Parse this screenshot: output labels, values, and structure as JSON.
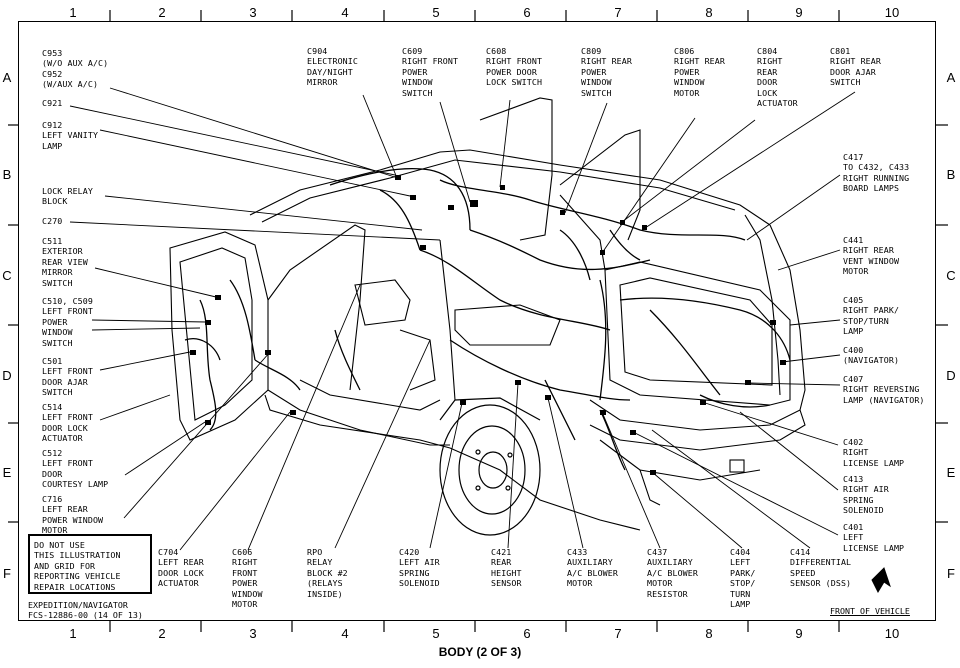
{
  "title": "BODY (2 OF 3)",
  "columns": [
    "1",
    "2",
    "3",
    "4",
    "5",
    "6",
    "7",
    "8",
    "9",
    "10"
  ],
  "rows": [
    "A",
    "B",
    "C",
    "D",
    "E",
    "F"
  ],
  "labels": {
    "c953": "C953\n(W/O AUX A/C)\nC952\n(W/AUX A/C)",
    "c921": "C921",
    "c912": "C912\nLEFT VANITY\nLAMP",
    "lock_relay": "LOCK RELAY\nBLOCK",
    "c270": "C270",
    "c511": "C511\nEXTERIOR\nREAR VIEW\nMIRROR\nSWITCH",
    "c510": "C510, C509\nLEFT FRONT\nPOWER\nWINDOW\nSWITCH",
    "c501": "C501\nLEFT FRONT\nDOOR AJAR\nSWITCH",
    "c514": "C514\nLEFT FRONT\nDOOR LOCK\nACTUATOR",
    "c512": "C512\nLEFT FRONT\nDOOR\nCOURTESY LAMP",
    "c716": "C716\nLEFT REAR\nPOWER WINDOW\nMOTOR",
    "c904": "C904\nELECTRONIC\nDAY/NIGHT\nMIRROR",
    "c609": "C609\nRIGHT FRONT\nPOWER\nWINDOW\nSWITCH",
    "c608": "C608\nRIGHT FRONT\nPOWER DOOR\nLOCK SWITCH",
    "c809": "C809\nRIGHT REAR\nPOWER\nWINDOW\nSWITCH",
    "c806": "C806\nRIGHT REAR\nPOWER\nWINDOW\nMOTOR",
    "c804": "C804\nRIGHT\nREAR\nDOOR\nLOCK\nACTUATOR",
    "c801": "C801\nRIGHT REAR\nDOOR AJAR\nSWITCH",
    "c417": "C417\nTO C432, C433\nRIGHT RUNNING\nBOARD LAMPS",
    "c441": "C441\nRIGHT REAR\nVENT WINDOW\nMOTOR",
    "c405": "C405\nRIGHT PARK/\nSTOP/TURN\nLAMP",
    "c400": "C400\n(NAVIGATOR)",
    "c407": "C407\nRIGHT REVERSING\nLAMP (NAVIGATOR)",
    "c402": "C402\nRIGHT\nLICENSE LAMP",
    "c413": "C413\nRIGHT AIR\nSPRING\nSOLENOID",
    "c401": "C401\nLEFT\nLICENSE LAMP",
    "c704": "C704\nLEFT REAR\nDOOR LOCK\nACTUATOR",
    "c606": "C606\nRIGHT\nFRONT\nPOWER\nWINDOW\nMOTOR",
    "rpo": "RPO\nRELAY\nBLOCK #2\n(RELAYS\nINSIDE)",
    "c420": "C420\nLEFT AIR\nSPRING\nSOLENOID",
    "c421": "C421\nREAR\nHEIGHT\nSENSOR",
    "c433": "C433\nAUXILIARY\nA/C BLOWER\nMOTOR",
    "c437": "C437\nAUXILIARY\nA/C BLOWER\nMOTOR\nRESISTOR",
    "c404": "C404\nLEFT\nPARK/\nSTOP/\nTURN\nLAMP",
    "c414": "C414\nDIFFERENTIAL\nSPEED\nSENSOR (DSS)"
  },
  "note": "DO NOT USE\nTHIS ILLUSTRATION\nAND GRID FOR\nREPORTING VEHICLE\nREPAIR LOCATIONS",
  "footer_model": "EXPEDITION/NAVIGATOR",
  "footer_code": "FCS-12886-00 (14 OF 13)",
  "front_of_vehicle": "FRONT OF VEHICLE"
}
